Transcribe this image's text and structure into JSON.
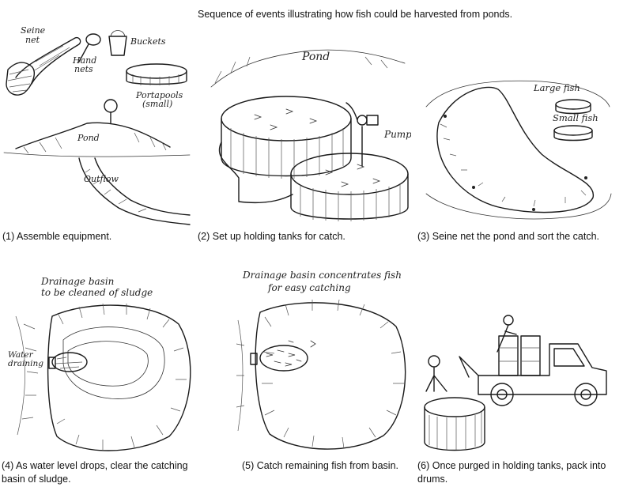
{
  "page": {
    "title": "Sequence of events illustrating how fish could be harvested from ponds."
  },
  "panels": [
    {
      "caption": "(1) Assemble equipment.",
      "labels": {
        "seine_net": [
          "Seine",
          "net"
        ],
        "hand_nets": [
          "Hand",
          "nets"
        ],
        "buckets": "Buckets",
        "portapools": [
          "Portapools",
          "(small)"
        ],
        "pond": "Pond",
        "outflow": "Outflow"
      }
    },
    {
      "caption": "(2) Set up holding tanks for catch.",
      "labels": {
        "pond": "Pond",
        "pump": "Pump"
      }
    },
    {
      "caption": "(3) Seine net the pond and sort the catch.",
      "labels": {
        "large_fish": "Large fish",
        "small_fish": "Small fish"
      }
    },
    {
      "caption": "(4) As water level drops, clear the catching basin of sludge.",
      "labels": {
        "drainage_basin": [
          "Drainage basin",
          "to be cleaned of sludge"
        ],
        "water_draining": [
          "Water",
          "draining"
        ]
      }
    },
    {
      "caption": "(5) Catch remaining fish from basin.",
      "labels": {
        "drainage_note": [
          "Drainage basin concentrates fish",
          "for easy catching"
        ]
      }
    },
    {
      "caption": "(6) Once purged in holding tanks, pack into drums.",
      "labels": {}
    }
  ]
}
